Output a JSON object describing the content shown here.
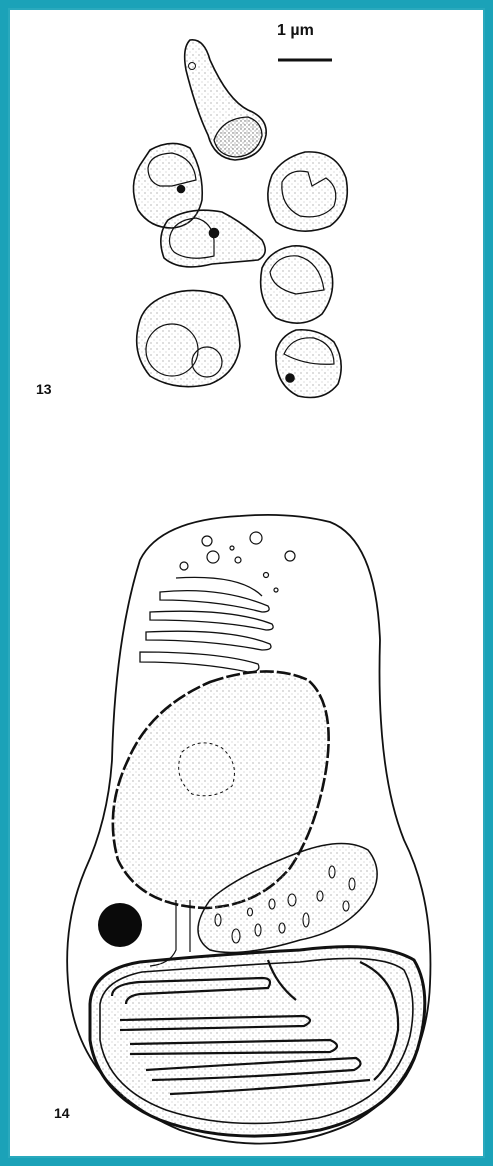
{
  "figure": {
    "scale_label": "1 µm",
    "figure_13_label": "13",
    "figure_14_label": "14"
  },
  "colors": {
    "background": "#1ba2b8",
    "panel": "#ffffff",
    "ink": "#111111",
    "stipple": "#9a9a9a"
  }
}
